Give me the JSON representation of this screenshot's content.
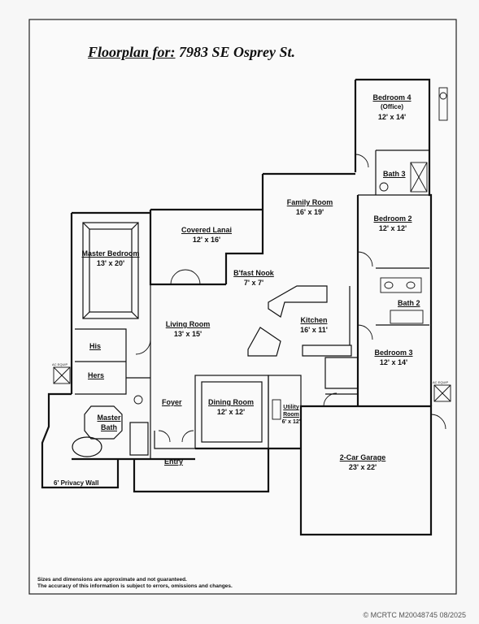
{
  "title": {
    "label": "Floorplan for:",
    "address": "7983 SE Osprey St."
  },
  "rooms": {
    "bedroom4": {
      "name": "Bedroom 4",
      "sub": "(Office)",
      "dims": "12' x 14'"
    },
    "bath3": {
      "name": "Bath 3"
    },
    "family_room": {
      "name": "Family Room",
      "dims": "16' x 19'"
    },
    "bedroom2": {
      "name": "Bedroom 2",
      "dims": "12' x 12'"
    },
    "master_bedroom": {
      "name": "Master Bedroom",
      "dims": "13' x 20'"
    },
    "covered_lanai": {
      "name": "Covered Lanai",
      "dims": "12' x 16'"
    },
    "bfast_nook": {
      "name": "B'fast Nook",
      "dims": "7' x 7'"
    },
    "bath2": {
      "name": "Bath 2"
    },
    "living_room": {
      "name": "Living Room",
      "dims": "13' x 15'"
    },
    "kitchen": {
      "name": "Kitchen",
      "dims": "16' x 11'"
    },
    "bedroom3": {
      "name": "Bedroom 3",
      "dims": "12' x 14'"
    },
    "his": {
      "name": "His"
    },
    "hers": {
      "name": "Hers"
    },
    "foyer": {
      "name": "Foyer"
    },
    "dining_room": {
      "name": "Dining Room",
      "dims": "12' x 12'"
    },
    "utility_room": {
      "name": "Utility",
      "name2": "Room",
      "dims": "6' x 12'"
    },
    "master_bath": {
      "name": "Master",
      "name2": "Bath"
    },
    "entry": {
      "name": "Entry"
    },
    "garage": {
      "name": "2-Car Garage",
      "dims": "23' x 22'"
    }
  },
  "privacy_wall": "6' Privacy Wall",
  "ac_equip": "AC EQUIP",
  "disclaimer": {
    "line1": "Sizes and dimensions are approximate and not guaranteed.",
    "line2": "The accuracy of this information is subject to errors, omissions and changes."
  },
  "watermark": "© MCRTC M20048745 08/2025",
  "colors": {
    "ink": "#111111",
    "paper": "#f7f7f7"
  }
}
